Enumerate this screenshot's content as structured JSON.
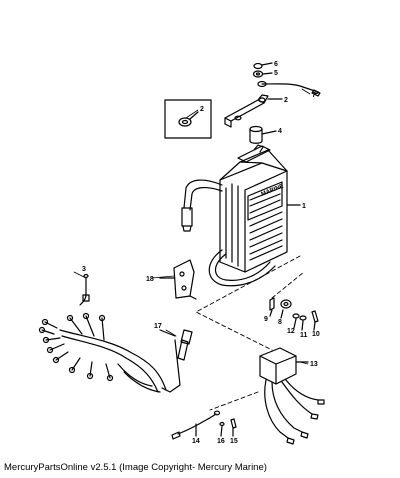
{
  "diagram": {
    "callouts": [
      "1",
      "2",
      "2",
      "3",
      "4",
      "5",
      "6",
      "7",
      "8",
      "9",
      "10",
      "11",
      "12",
      "13",
      "14",
      "15",
      "16",
      "17",
      "18"
    ],
    "box_label": "MARINE"
  },
  "footer": {
    "text": "MercuryPartsOnline v2.5.1 (Image Copyright- Mercury Marine)"
  }
}
